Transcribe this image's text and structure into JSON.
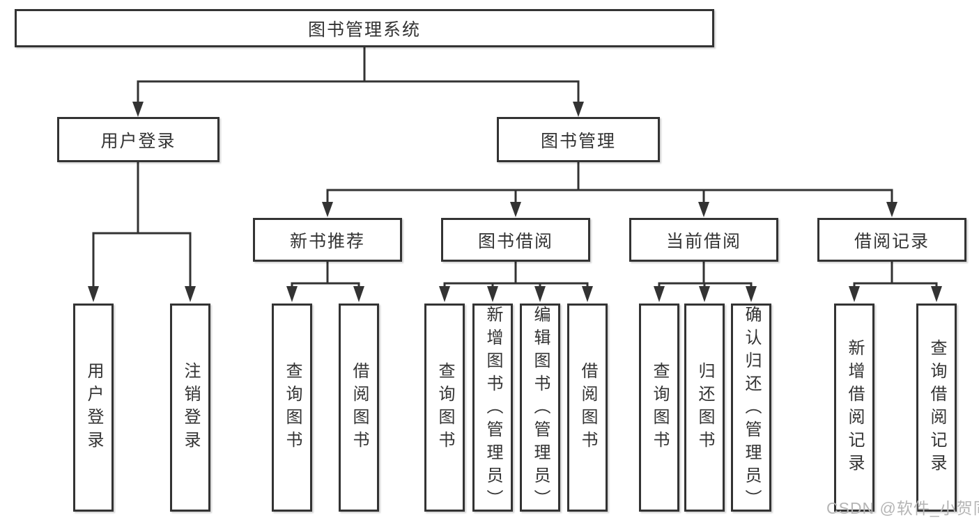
{
  "diagram": {
    "root": {
      "label": "图书管理系统"
    },
    "branches": [
      {
        "label": "用户登录",
        "leaves": [
          {
            "label": "用户登录"
          },
          {
            "label": "注销登录"
          }
        ]
      },
      {
        "label": "图书管理",
        "sections": [
          {
            "label": "新书推荐",
            "leaves": [
              {
                "label": "查询图书"
              },
              {
                "label": "借阅图书"
              }
            ]
          },
          {
            "label": "图书借阅",
            "leaves": [
              {
                "label": "查询图书"
              },
              {
                "label": "新增图书（管理员）"
              },
              {
                "label": "编辑图书（管理员）"
              },
              {
                "label": "借阅图书"
              }
            ]
          },
          {
            "label": "当前借阅",
            "leaves": [
              {
                "label": "查询图书"
              },
              {
                "label": "归还图书"
              },
              {
                "label": "确认归还（管理员）"
              }
            ]
          },
          {
            "label": "借阅记录",
            "leaves": [
              {
                "label": "新增借阅记录"
              },
              {
                "label": "查询借阅记录"
              }
            ]
          }
        ]
      }
    ]
  },
  "watermark": {
    "text": "CSDN @软件_小贺同学",
    "color": "#b5b5b5"
  },
  "colors": {
    "line": "#333333",
    "box_border": "#333333",
    "box_fill": "#ffffff",
    "text": "#333333",
    "background": "#ffffff"
  }
}
